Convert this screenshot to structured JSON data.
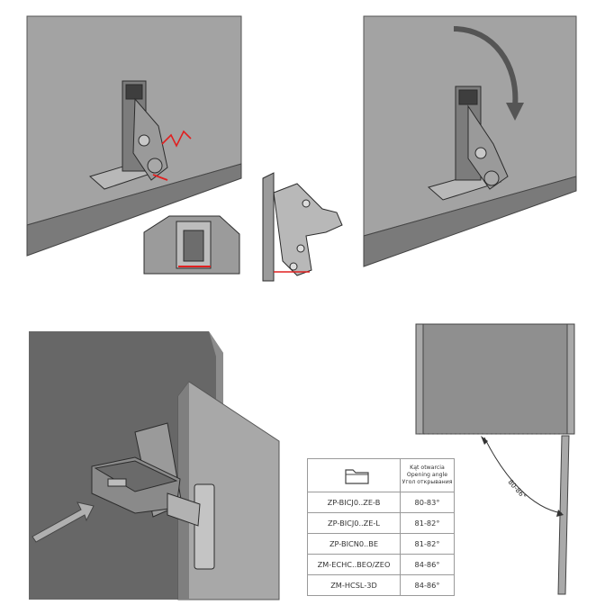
{
  "table": {
    "header_icon": "folder-icon",
    "header_lines": [
      "Kąt otwarcia",
      "Opening angle",
      "Угол открывания"
    ],
    "rows": [
      {
        "model": "ZP-BICJ0..ZE-B",
        "angle": "80-83°"
      },
      {
        "model": "ZP-BICJ0..ZE-L",
        "angle": "81-82°"
      },
      {
        "model": "ZP-BICN0..BE",
        "angle": "81-82°"
      },
      {
        "model": "ZM-ECHC..BEO/ZEO",
        "angle": "84-86°"
      },
      {
        "model": "ZM-HCSL-3D",
        "angle": "84-86°"
      }
    ]
  },
  "angle_label": "80-86°",
  "colors": {
    "panel": "#9d9d9d",
    "panel_dark": "#6a6a6a",
    "accent": "#e02020",
    "outline": "#3a3a3a"
  }
}
